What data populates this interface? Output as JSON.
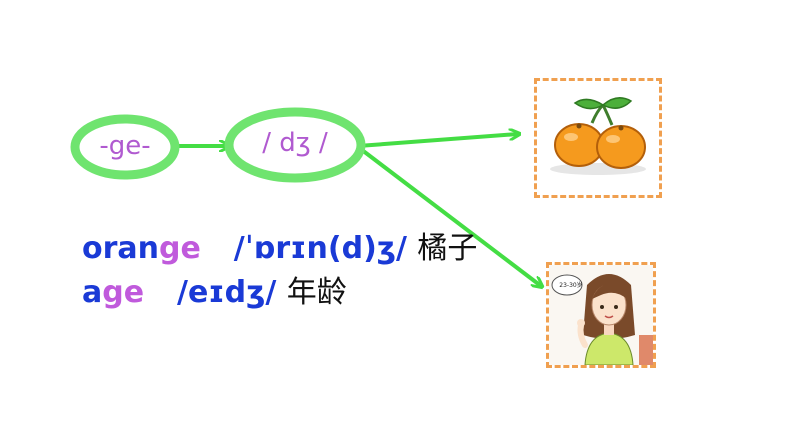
{
  "spelling": {
    "label": "-ge-",
    "color": "#b05ad0"
  },
  "phoneme": {
    "label": "/ dʒ /",
    "color": "#b05ad0"
  },
  "colors": {
    "oval_outline": "#6fe46f",
    "arrow": "#44dd44",
    "word_base": "#1a3ad6",
    "highlight": "#c05adc",
    "chinese": "#111111",
    "frame_border": "#f0a050"
  },
  "words": [
    {
      "prefix": "oran",
      "highlight": "ge",
      "suffix": "",
      "phonetic": "/ˈɒrɪn(d)ʒ/",
      "meaning": "橘子"
    },
    {
      "prefix": "a",
      "highlight": "ge",
      "suffix": "",
      "phonetic": "/eɪdʒ/",
      "meaning": "年龄"
    }
  ],
  "age_bubble": {
    "text": "23-30岁"
  },
  "icons": {
    "orange_picture": "oranges-illustration",
    "age_picture": "woman-illustration"
  }
}
